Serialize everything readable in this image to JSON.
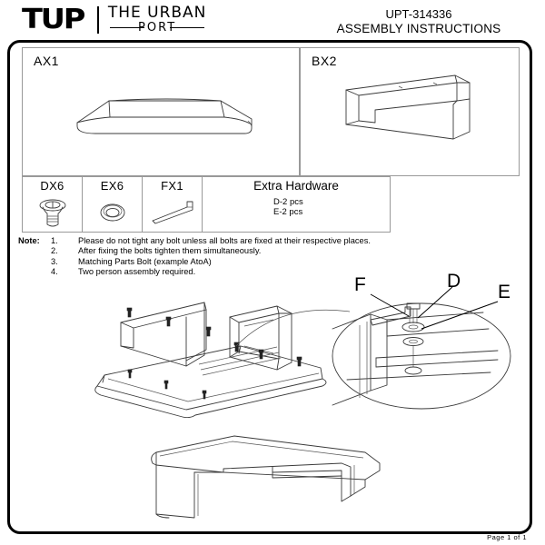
{
  "header": {
    "logo_mark": "TUP",
    "logo_line1": "THE URBAN",
    "logo_line2": "PORT",
    "product_code": "UPT-314336",
    "doc_title": "ASSEMBLY INSTRUCTIONS"
  },
  "parts": [
    {
      "label": "AX1",
      "name": "table-top-panel"
    },
    {
      "label": "BX2",
      "name": "leg-frame-panel"
    }
  ],
  "hardware": [
    {
      "label": "DX6",
      "icon": "bolt-icon"
    },
    {
      "label": "EX6",
      "icon": "washer-icon"
    },
    {
      "label": "FX1",
      "icon": "allen-key-icon"
    }
  ],
  "extra_hardware": {
    "title": "Extra Hardware",
    "items": [
      "D-2 pcs",
      "E-2 pcs"
    ]
  },
  "notes": {
    "lead": "Note:",
    "items": [
      {
        "num": "1.",
        "text": "Please do not tight any bolt unless all bolts are fixed at their respective places."
      },
      {
        "num": "2.",
        "text": "After fixing the bolts tighten them simultaneously."
      },
      {
        "num": "3.",
        "text": "Matching Parts Bolt (example AtoA)"
      },
      {
        "num": "4.",
        "text": "Two person assembly required."
      }
    ]
  },
  "detail_callout": {
    "labels": [
      "F",
      "D",
      "E"
    ]
  },
  "footer": {
    "page": "Page 1 of 1"
  },
  "colors": {
    "line": "#3a3a3a",
    "border": "#000000",
    "box_border": "#999999"
  }
}
